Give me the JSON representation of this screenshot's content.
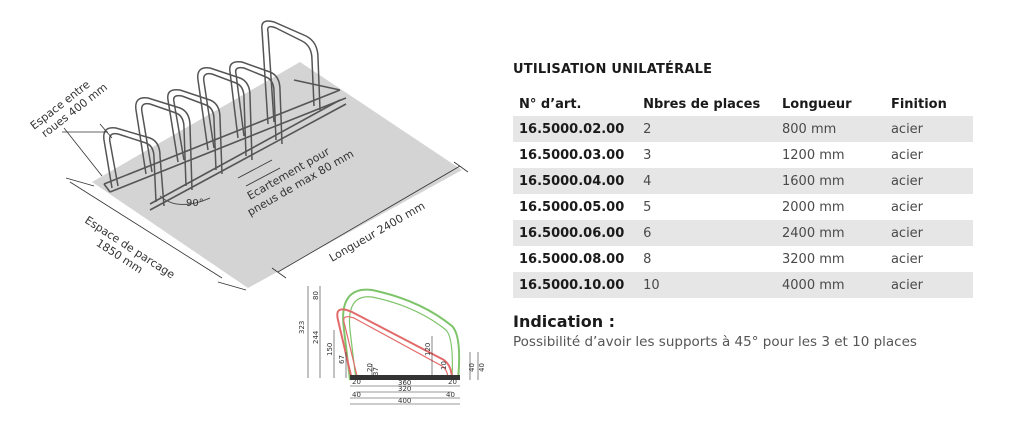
{
  "drawing": {
    "labels": {
      "espace_roues": "Espace entre\nroues 400 mm",
      "espace_parcage": "Espace de parcage\n1850 mm",
      "angle": "90°",
      "ecartement": "Ecartement pour\npneus de max 80 mm",
      "longueur": "Longueur 2400 mm"
    },
    "dimensions": {
      "d80": "80",
      "d323": "323",
      "d244": "244",
      "d150": "150",
      "d67": "67",
      "d37": "37",
      "d120": "120",
      "d40a": "40",
      "d40b": "40",
      "d20a": "20",
      "d20b": "20",
      "d360": "360",
      "d320": "320",
      "d400": "400",
      "d40c": "40",
      "d40d": "40",
      "d10": "10",
      "d20c": "20"
    },
    "colors": {
      "green": "#7fc46a",
      "red": "#e36a6a",
      "floor": "#d4d4d4",
      "steel": "#555555"
    }
  },
  "spec": {
    "title": "UTILISATION UNILATÉRALE",
    "headers": [
      "N° d’art.",
      "Nbres de places",
      "Longueur",
      "Finition"
    ],
    "rows": [
      [
        "16.5000.02.00",
        "2",
        "800 mm",
        "acier"
      ],
      [
        "16.5000.03.00",
        "3",
        "1200 mm",
        "acier"
      ],
      [
        "16.5000.04.00",
        "4",
        "1600 mm",
        "acier"
      ],
      [
        "16.5000.05.00",
        "5",
        "2000 mm",
        "acier"
      ],
      [
        "16.5000.06.00",
        "6",
        "2400 mm",
        "acier"
      ],
      [
        "16.5000.08.00",
        "8",
        "3200 mm",
        "acier"
      ],
      [
        "16.5000.10.00",
        "10",
        "4000 mm",
        "acier"
      ]
    ]
  },
  "indication": {
    "title": "Indication :",
    "text": "Possibilité d’avoir les supports à 45° pour les 3 et 10 places"
  }
}
